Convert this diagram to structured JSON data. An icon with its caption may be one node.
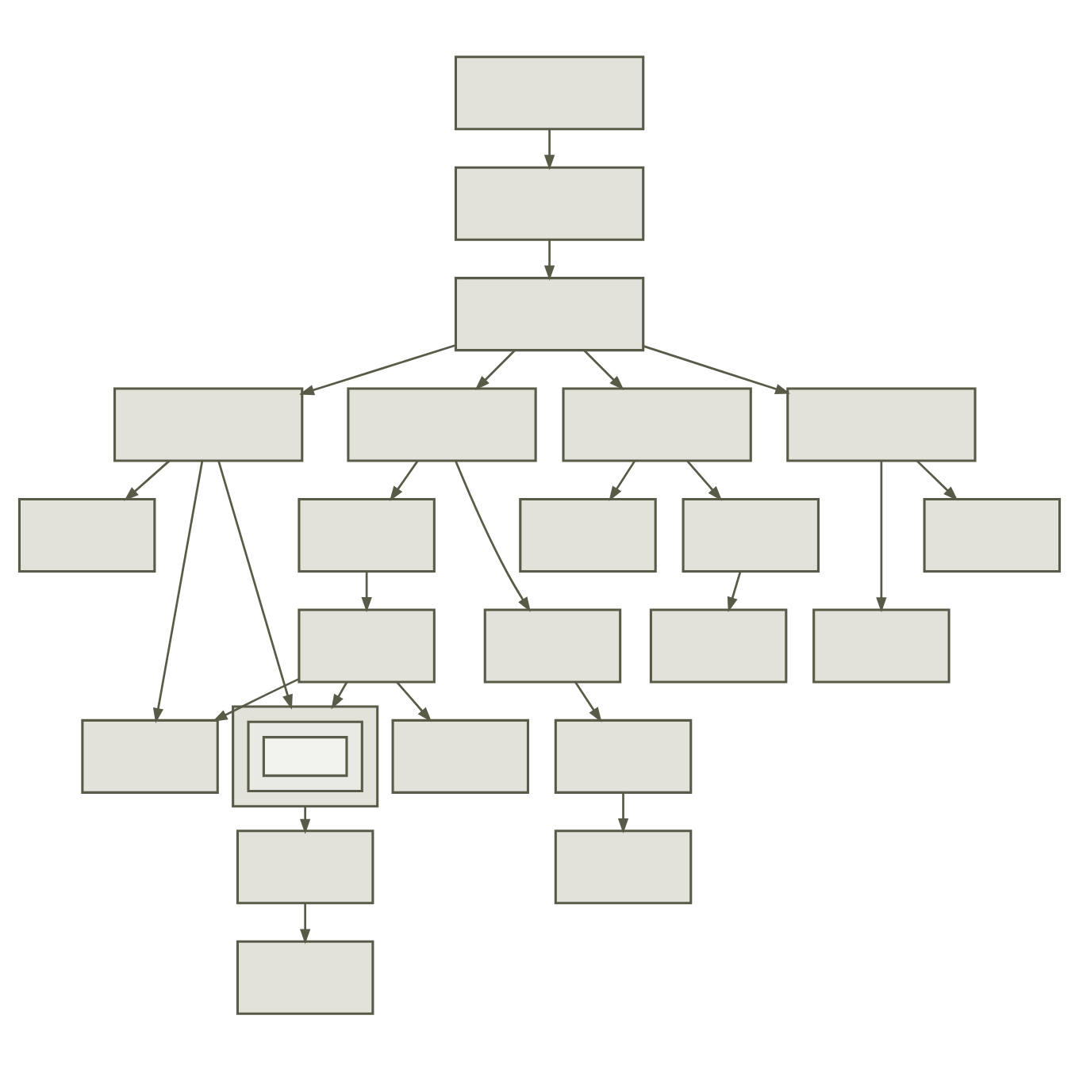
{
  "diagram": {
    "nodes": [
      {
        "text": [],
        "shape": "box"
      },
      {
        "text": [],
        "shape": "box"
      },
      {
        "text": [],
        "shape": "box"
      },
      {
        "text": [],
        "shape": "box"
      },
      {
        "text": [],
        "shape": "box"
      },
      {
        "text": [],
        "shape": "box"
      },
      {
        "text": [],
        "shape": "box"
      },
      {
        "text": [],
        "shape": "box"
      },
      {
        "text": [],
        "shape": "box"
      },
      {
        "text": [],
        "shape": "box"
      },
      {
        "text": [],
        "shape": "box"
      },
      {
        "text": [],
        "shape": "box"
      },
      {
        "text": [],
        "shape": "box"
      },
      {
        "text": [],
        "shape": "box"
      },
      {
        "text": [],
        "shape": "box"
      },
      {
        "text": [],
        "shape": "box"
      },
      {
        "text": [],
        "shape": "box"
      },
      {
        "text": [],
        "shape": "box"
      },
      {
        "text": [],
        "shape": "box",
        "in": 17
      },
      {
        "text": [],
        "shape": "box",
        "in": 18
      },
      {
        "text": [],
        "shape": "box"
      },
      {
        "text": [],
        "shape": "box"
      },
      {
        "text": [],
        "shape": "box"
      },
      {
        "text": [],
        "shape": "box"
      },
      {
        "text": [],
        "shape": "box"
      }
    ],
    "edges": [
      {
        "from": 0,
        "to": 1,
        "arrow": "to"
      },
      {
        "from": 1,
        "to": 2,
        "arrow": "to"
      },
      {
        "from": 2,
        "to": 3,
        "arrow": "to"
      },
      {
        "from": 2,
        "to": 4,
        "arrow": "to"
      },
      {
        "from": 2,
        "to": 5,
        "arrow": "to"
      },
      {
        "from": 2,
        "to": 6,
        "arrow": "to"
      },
      {
        "from": 3,
        "to": 16,
        "arrow": "to"
      },
      {
        "from": 3,
        "to": 7,
        "arrow": "to"
      },
      {
        "from": 3,
        "to": 17,
        "arrow": "to"
      },
      {
        "from": 4,
        "to": 8,
        "arrow": "to"
      },
      {
        "from": 4,
        "to": 13,
        "arrow": "to"
      },
      {
        "from": 5,
        "to": 9,
        "arrow": "to"
      },
      {
        "from": 5,
        "to": 10,
        "arrow": "to"
      },
      {
        "from": 6,
        "to": 15,
        "arrow": "to"
      },
      {
        "from": 6,
        "to": 11,
        "arrow": "to"
      },
      {
        "from": 8,
        "to": 12,
        "arrow": "to"
      },
      {
        "from": 10,
        "to": 14,
        "arrow": "to"
      },
      {
        "from": 12,
        "to": 16,
        "arrow": "to"
      },
      {
        "from": 12,
        "to": 17,
        "arrow": "to"
      },
      {
        "from": 12,
        "to": 20,
        "arrow": "to"
      },
      {
        "from": 13,
        "to": 21,
        "arrow": "to"
      },
      {
        "from": 17,
        "to": 23,
        "arrow": "to"
      },
      {
        "from": 21,
        "to": 22,
        "arrow": "to"
      },
      {
        "from": 23,
        "to": 24,
        "arrow": "to"
      }
    ]
  }
}
